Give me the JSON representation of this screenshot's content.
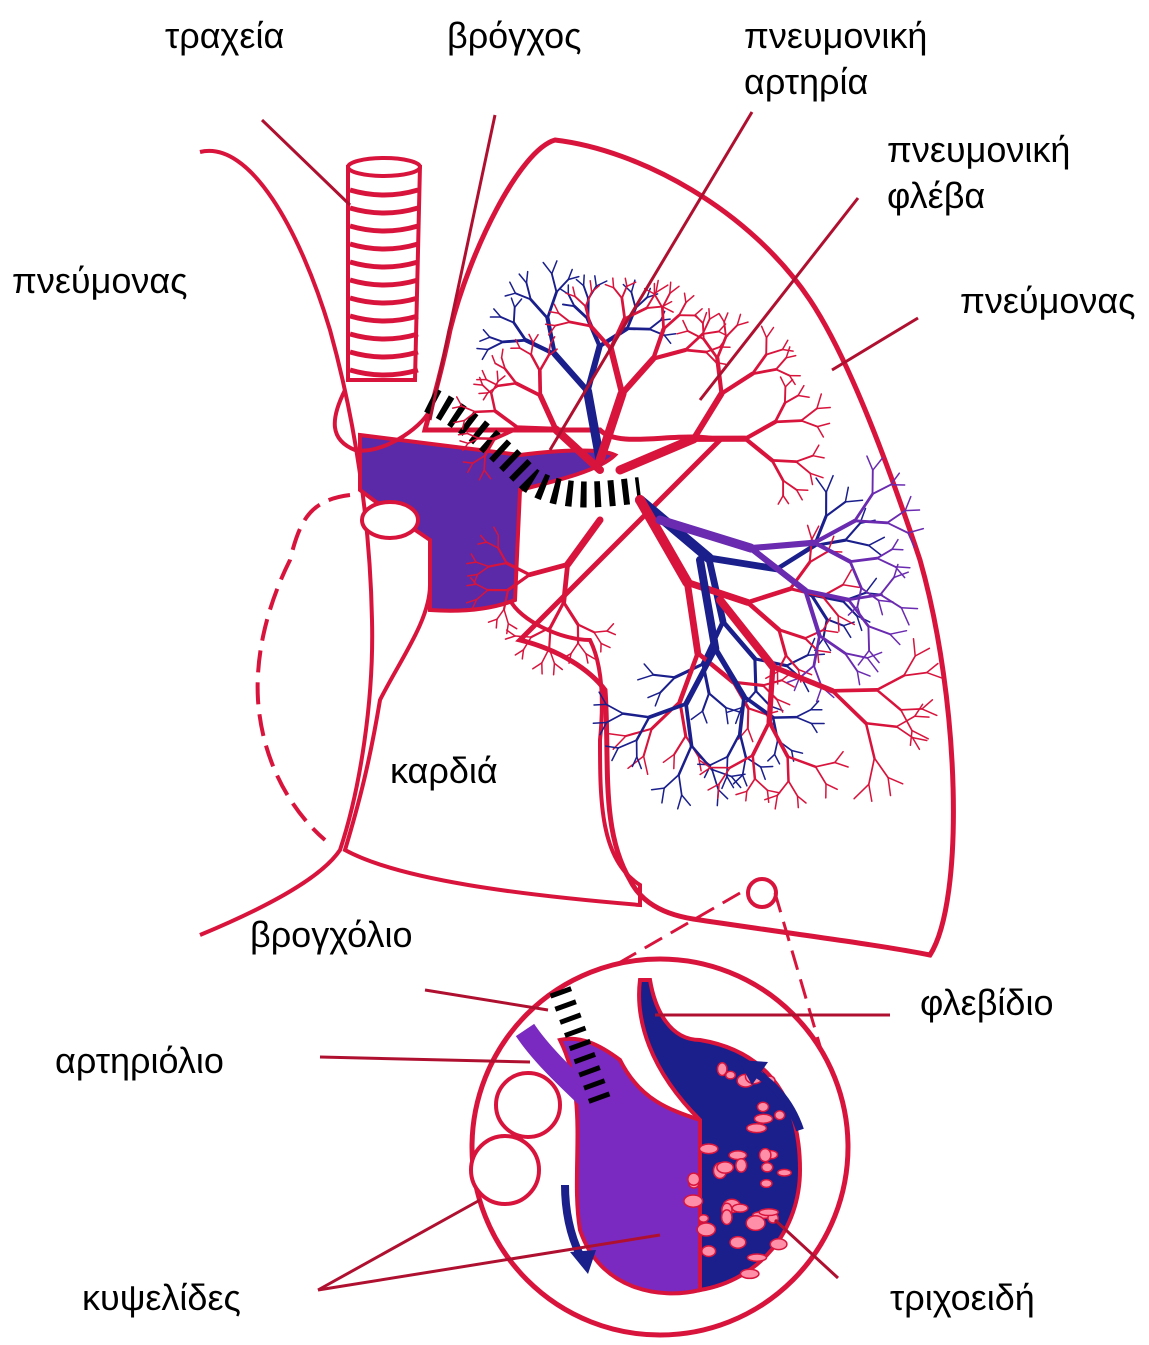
{
  "labels": {
    "trachea": "τραχεία",
    "bronchus": "βρόγχος",
    "pulmonary_artery_line1": "πνευμονική",
    "pulmonary_artery_line2": "αρτηρία",
    "pulmonary_vein_line1": "πνευμονική",
    "pulmonary_vein_line2": "φλέβα",
    "lung_left": "πνεύμονας",
    "lung_right": "πνεύμονας",
    "heart": "καρδιά",
    "bronchiole": "βρογχόλιο",
    "venule": "φλεβίδιο",
    "arteriole": "αρτηριόλιο",
    "alveoli": "κυψελίδες",
    "capillaries": "τριχοειδή"
  },
  "colors": {
    "outline": "#d8143c",
    "vein_blue": "#1a1f8c",
    "artery_purple": "#6a2bb0",
    "leader": "#b01030",
    "text": "#000000"
  }
}
